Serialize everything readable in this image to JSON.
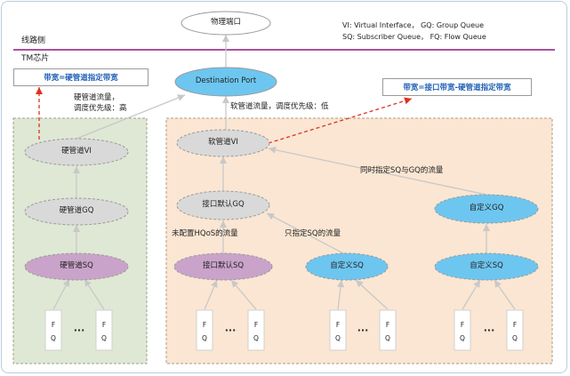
{
  "diagram": {
    "sections": {
      "line_side": "线路侧",
      "tm_chip": "TM芯片"
    },
    "legend": [
      "VI: Virtual Interface， GQ: Group Queue",
      "SQ: Subscriber Queue， FQ: Flow Queue"
    ],
    "nodes": {
      "physical_port": "物理端口",
      "destination_port": "Destination Port",
      "hard_vi": "硬管道VI",
      "hard_gq": "硬管道GQ",
      "hard_sq": "硬管道SQ",
      "soft_vi": "软管道VI",
      "iface_default_gq": "接口默认GQ",
      "custom_gq": "自定义GQ",
      "iface_default_sq": "接口默认SQ",
      "custom_sq_1": "自定义SQ",
      "custom_sq_2": "自定义SQ"
    },
    "notes": {
      "hard_bw": "带宽=硬管道指定带宽",
      "iface_bw": "带宽=接口带宽-硬管道指定带宽",
      "hard_flow_line1": "硬管道流量，",
      "hard_flow_line2": "调度优先级：高",
      "soft_flow": "软管道流量，调度优先级：低",
      "sq_and_gq": "同时指定SQ与GQ的流量",
      "no_hqos": "未配置HQoS的流量",
      "only_sq": "只指定SQ的流量"
    },
    "fq": {
      "top": "F",
      "bottom": "Q",
      "ellipsis": "···"
    },
    "colors": {
      "accent_blue": "#6dc6ef",
      "gray_node": "#d9d9d9",
      "purple_node": "#c9a3c9",
      "hard_region": "#dfe8d4",
      "soft_region": "#fae6d3",
      "divider": "#8b1a7d",
      "dashed_red": "#e0301f",
      "note_blue": "#1f5fb5"
    }
  }
}
